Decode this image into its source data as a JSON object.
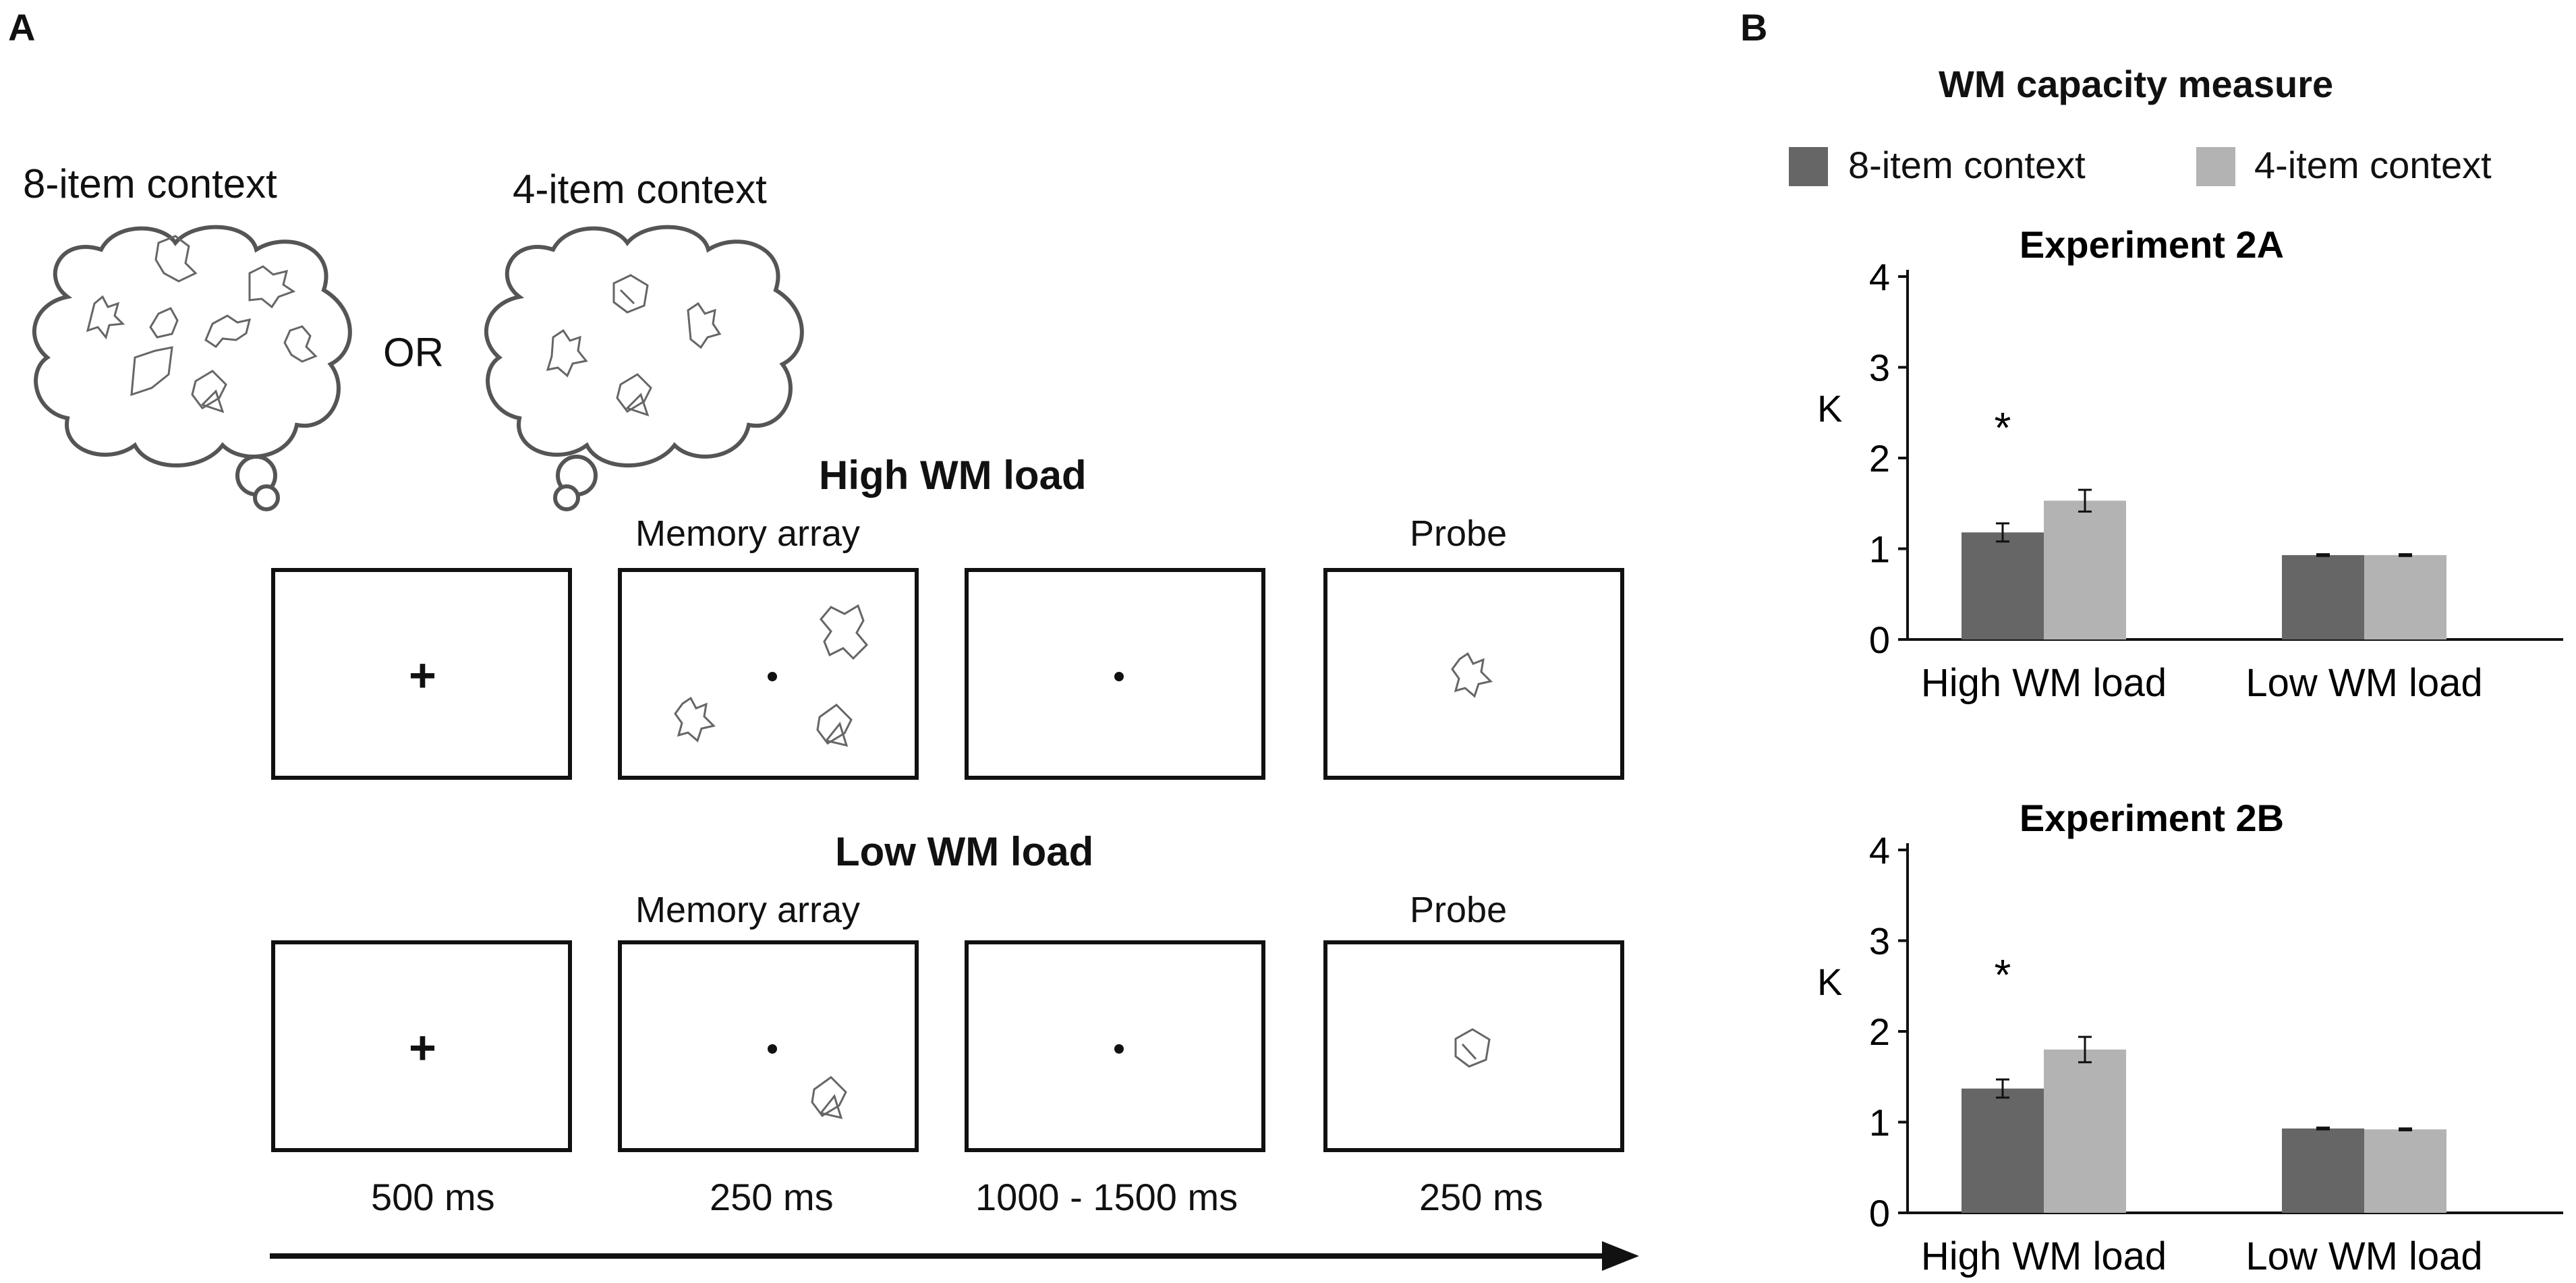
{
  "panel_a": {
    "letter": "A",
    "context_8_label": "8-item context",
    "context_4_label": "4-item context",
    "or_label": "OR",
    "high_load_title": "High WM load",
    "low_load_title": "Low WM load",
    "memory_array_label": "Memory array",
    "probe_label": "Probe",
    "fixation_symbol": "+",
    "times": [
      "500 ms",
      "250 ms",
      "1000 - 1500 ms",
      "250 ms"
    ]
  },
  "panel_b": {
    "letter": "B",
    "title": "WM capacity measure",
    "legend": [
      "8-item context",
      "4-item context"
    ],
    "colors": {
      "eight_item": "#666666",
      "four_item": "#b3b3b3"
    }
  },
  "chart_data": [
    {
      "type": "bar",
      "title": "Experiment 2A",
      "ylabel": "K",
      "xlabel": "",
      "ylim": [
        0,
        4
      ],
      "yticks": [
        0,
        1,
        2,
        3,
        4
      ],
      "categories": [
        "High WM load",
        "Low WM load"
      ],
      "series": [
        {
          "name": "8-item context",
          "values": [
            1.18,
            0.93
          ],
          "errors": [
            0.1,
            0.01
          ]
        },
        {
          "name": "4-item context",
          "values": [
            1.53,
            0.93
          ],
          "errors": [
            0.12,
            0.01
          ]
        }
      ],
      "annotations": [
        {
          "text": "*",
          "category": "High WM load"
        }
      ]
    },
    {
      "type": "bar",
      "title": "Experiment 2B",
      "ylabel": "K",
      "xlabel": "",
      "ylim": [
        0,
        4
      ],
      "yticks": [
        0,
        1,
        2,
        3,
        4
      ],
      "categories": [
        "High WM load",
        "Low WM load"
      ],
      "series": [
        {
          "name": "8-item context",
          "values": [
            1.37,
            0.93
          ],
          "errors": [
            0.1,
            0.01
          ]
        },
        {
          "name": "4-item context",
          "values": [
            1.8,
            0.92
          ],
          "errors": [
            0.14,
            0.01
          ]
        }
      ],
      "annotations": [
        {
          "text": "*",
          "category": "High WM load"
        }
      ]
    }
  ]
}
